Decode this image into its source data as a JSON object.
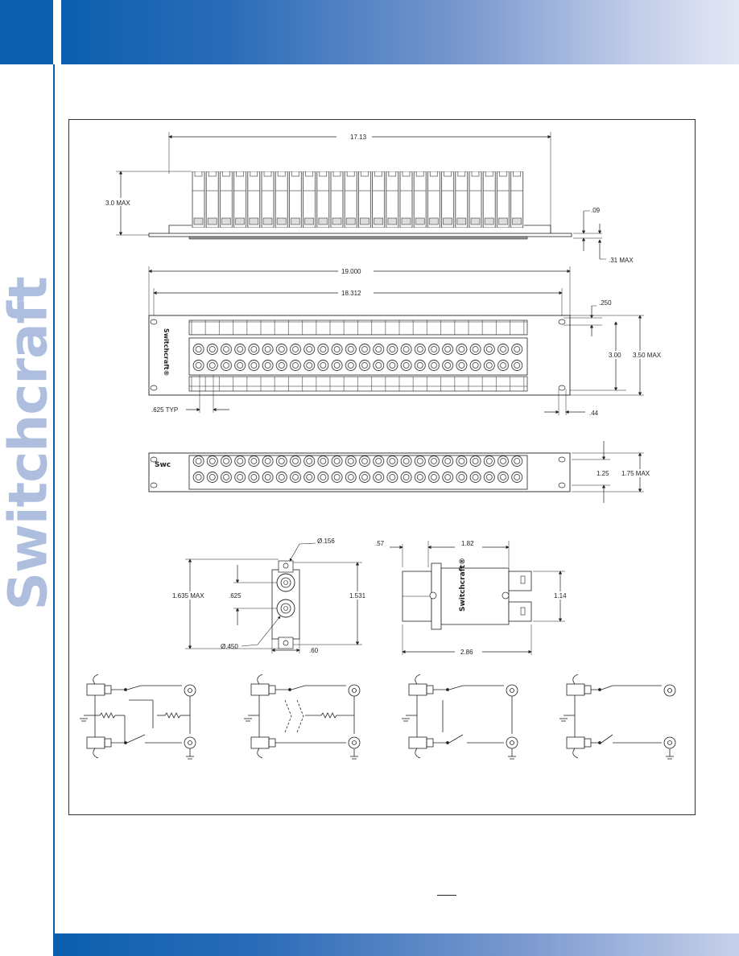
{
  "brand": {
    "name": "Switchcraft",
    "reg_mark": "®"
  },
  "colors": {
    "brand_blue": "#0b5fae",
    "brand_light": "#aebede"
  },
  "drawing": {
    "side_view": {
      "width": "17.13",
      "height": "3.0 MAX",
      "flange": ".09",
      "rear_depth": ".31 MAX"
    },
    "front_view_2ru": {
      "overall_width": "19.000",
      "hole_spacing": "18.312",
      "hole_offset": ".250",
      "hole_vertical": "3.00",
      "height": "3.50 MAX",
      "jack_pitch": ".625 TYP",
      "slot": ".44",
      "panel_label": "Switchcraft®"
    },
    "front_view_1ru": {
      "panel_label": "Swc",
      "hole_vertical": "1.25",
      "height": "1.75 MAX"
    },
    "jack_front": {
      "mount_hole": "Ø.156",
      "height": "1.635 MAX",
      "pitch": ".625",
      "center_spacing": "1.531",
      "bore": "Ø.450",
      "width": ".60"
    },
    "jack_side": {
      "front_depth": ".57",
      "body_length": "1.82",
      "height": "1.14",
      "overall": "2.86",
      "label": "Switchcraft®"
    },
    "schematics": [
      "schematic-normalled-terminated",
      "schematic-half-normalled",
      "schematic-normalled",
      "schematic-non-normalled"
    ]
  }
}
